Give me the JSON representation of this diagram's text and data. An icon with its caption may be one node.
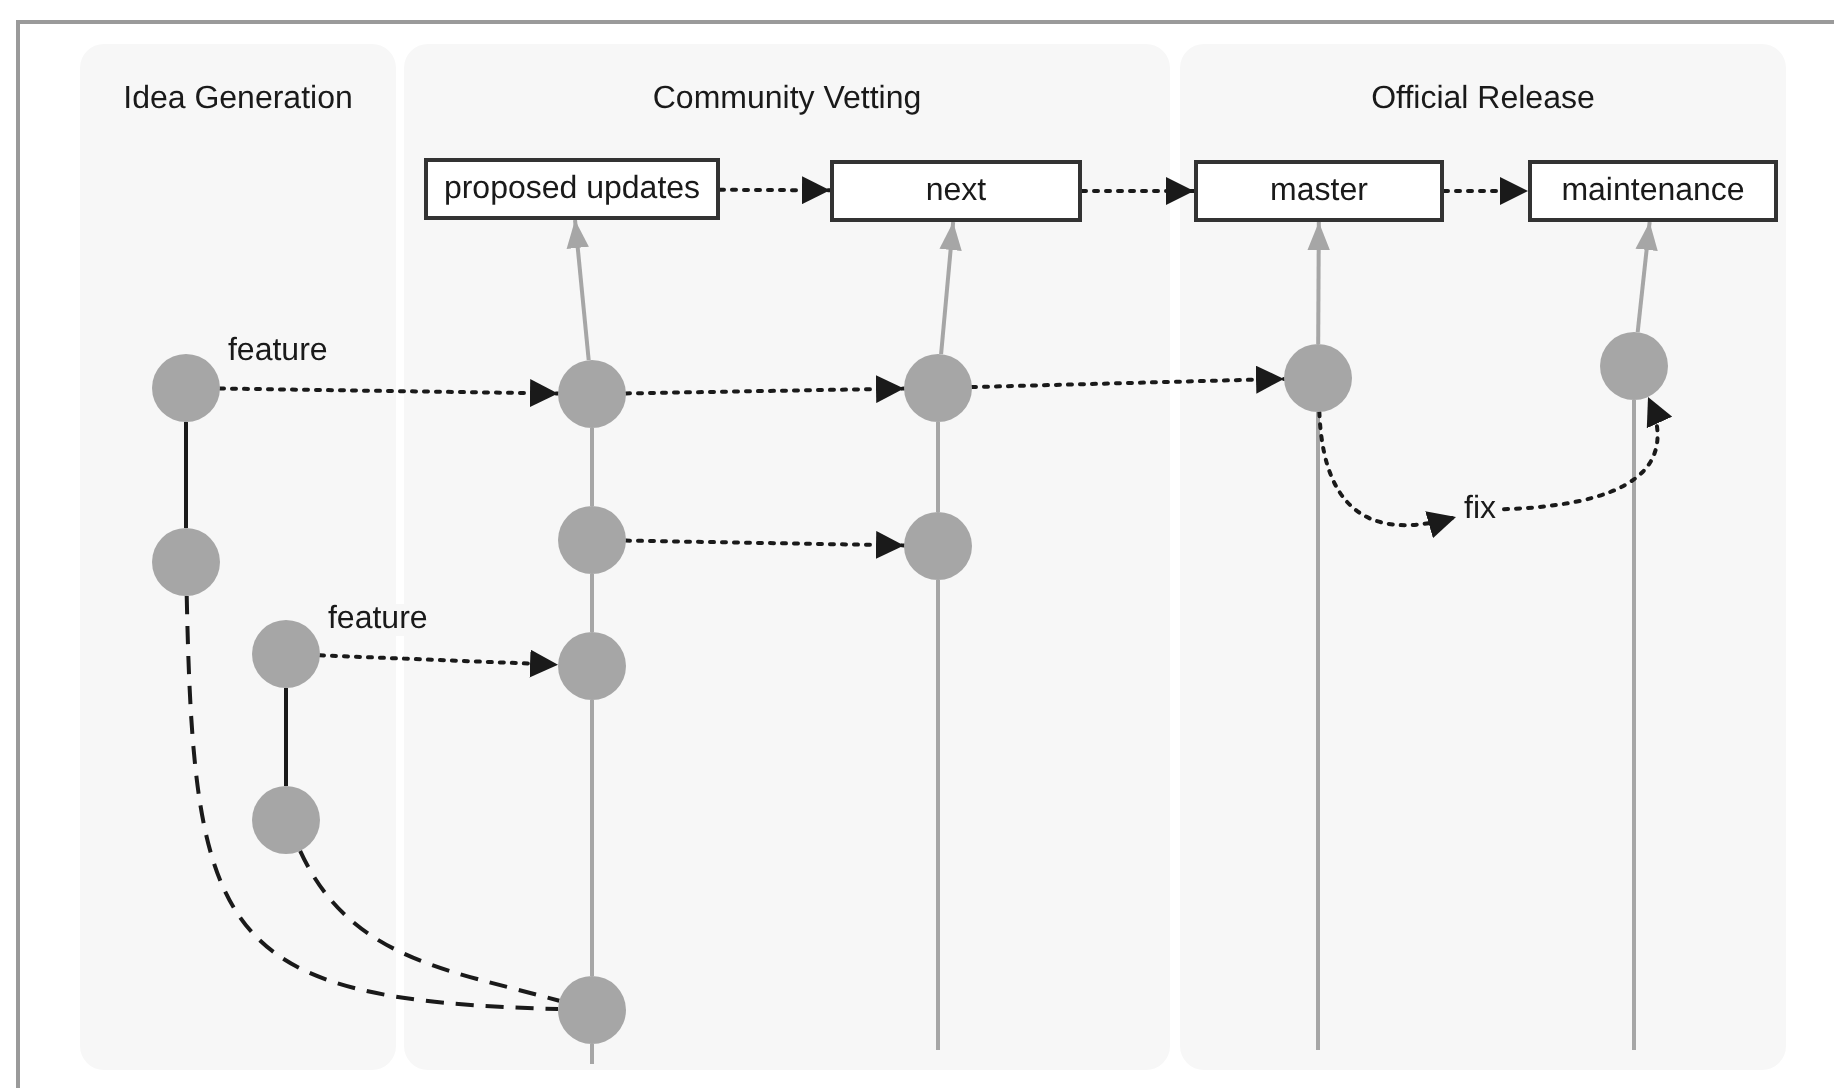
{
  "diagram": {
    "nodes": [
      {
        "text": [
          "Idea Generation"
        ]
      },
      {
        "text": [],
        "shape": "circle",
        "in": 0
      },
      {
        "text": [],
        "shape": "circle",
        "in": 0
      },
      {
        "text": [],
        "shape": "circle",
        "in": 0
      },
      {
        "text": [],
        "shape": "circle",
        "in": 0
      },
      {
        "text": [
          "Community Vetting"
        ]
      },
      {
        "text": [
          "proposed updates"
        ],
        "in": 5
      },
      {
        "text": [
          "next"
        ],
        "in": 5
      },
      {
        "text": [],
        "shape": "circle",
        "in": 5
      },
      {
        "text": [],
        "shape": "circle",
        "in": 5
      },
      {
        "text": [],
        "shape": "circle",
        "in": 5
      },
      {
        "text": [],
        "shape": "circle",
        "in": 5
      },
      {
        "text": [],
        "shape": "circle",
        "in": 5
      },
      {
        "text": [],
        "shape": "circle",
        "in": 5
      },
      {
        "text": [
          "Official Release"
        ]
      },
      {
        "text": [
          "master"
        ],
        "in": 14
      },
      {
        "text": [
          "maintenance"
        ],
        "in": 14
      },
      {
        "text": [],
        "shape": "circle",
        "in": 14
      },
      {
        "text": [],
        "shape": "circle",
        "in": 14
      },
      {
        "text": [
          "fix"
        ],
        "in": 14
      }
    ],
    "edges": [
      {
        "from": 6,
        "to": 7,
        "arrow": "to",
        "style": "dashed"
      },
      {
        "from": 7,
        "to": 15,
        "arrow": "to",
        "style": "dashed"
      },
      {
        "from": 15,
        "to": 16,
        "arrow": "to",
        "style": "dashed"
      },
      {
        "from": 1,
        "to": 8,
        "arrow": "to",
        "style": "dashed",
        "label": "feature"
      },
      {
        "from": 1,
        "to": 2,
        "arrow": "none"
      },
      {
        "from": 3,
        "to": 12,
        "arrow": "to",
        "style": "dashed",
        "label": "feature"
      },
      {
        "from": 3,
        "to": 4,
        "arrow": "none"
      },
      {
        "from": 2,
        "to": 13,
        "arrow": "none",
        "style": "dashed"
      },
      {
        "from": 4,
        "to": 13,
        "arrow": "none",
        "style": "dashed"
      },
      {
        "from": 8,
        "to": 9,
        "arrow": "to",
        "style": "dashed"
      },
      {
        "from": 10,
        "to": 11,
        "arrow": "to",
        "style": "dashed"
      },
      {
        "from": 9,
        "to": 17,
        "arrow": "to",
        "style": "dashed"
      },
      {
        "from": 17,
        "to": 19,
        "arrow": "to",
        "style": "dashed"
      },
      {
        "from": 19,
        "to": 18,
        "arrow": "to",
        "style": "dashed"
      },
      {
        "from": 8,
        "to": 6,
        "arrow": "to",
        "color": "#a6a6a6"
      },
      {
        "from": 10,
        "to": 8,
        "arrow": "none",
        "color": "#a6a6a6"
      },
      {
        "from": 12,
        "to": 10,
        "arrow": "none",
        "color": "#a6a6a6"
      },
      {
        "from": 13,
        "to": 12,
        "arrow": "none",
        "color": "#a6a6a6"
      },
      {
        "from": 9,
        "to": 7,
        "arrow": "to",
        "color": "#a6a6a6"
      },
      {
        "from": 11,
        "to": 9,
        "arrow": "none",
        "color": "#a6a6a6"
      },
      {
        "from": 17,
        "to": 15,
        "arrow": "to",
        "color": "#a6a6a6"
      },
      {
        "from": 18,
        "to": 16,
        "arrow": "to",
        "color": "#a6a6a6"
      }
    ]
  }
}
